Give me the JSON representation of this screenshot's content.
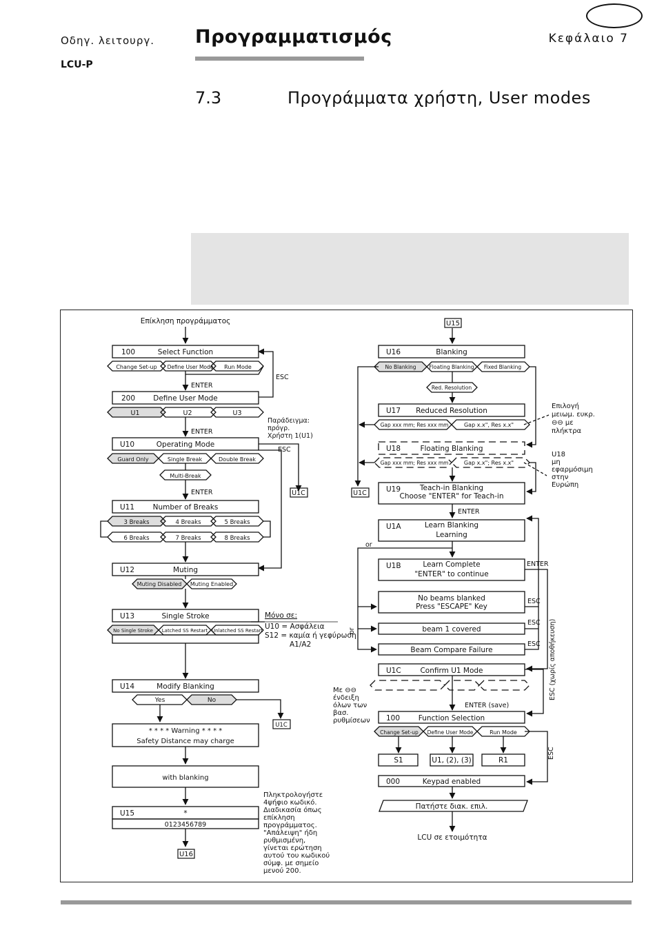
{
  "header": {
    "left_label": "Οδηγ. λειτουργ.",
    "title": "Προγραμματισμός",
    "chapter": "Κεφάλαιο 7",
    "product": "LCU-P"
  },
  "section": {
    "number": "7.3",
    "title": "Προγράμματα χρήστη, User modes"
  },
  "flow": {
    "start": "Επίκληση προγράμματος",
    "enter": "ENTER",
    "esc": "ESC",
    "select_function": {
      "code": "100",
      "name": "Select Function",
      "options": [
        "Change Set-up",
        "Define User Mode",
        "Run Mode"
      ]
    },
    "define_user_mode": {
      "code": "200",
      "name": "Define User Mode",
      "options": [
        "U1",
        "U2",
        "U3"
      ]
    },
    "example_note": [
      "Παράδειγμα:",
      "πρόγρ.",
      "Χρήστη 1(U1)"
    ],
    "operating_mode": {
      "code": "U10",
      "name": "Operating Mode",
      "options": [
        "Guard Only",
        "Single Break",
        "Double Break",
        "Multi-Break"
      ]
    },
    "number_of_breaks": {
      "code": "U11",
      "name": "Number of Breaks",
      "options": [
        "3 Breaks",
        "4 Breaks",
        "5 Breaks",
        "6 Breaks",
        "7 Breaks",
        "8 Breaks"
      ]
    },
    "muting": {
      "code": "U12",
      "name": "Muting",
      "options": [
        "Muting Disabled",
        "Muting Enabled"
      ]
    },
    "single_stroke": {
      "code": "U13",
      "name": "Single Stroke",
      "options": [
        "No Single Stroke",
        "Latched SS Restart",
        "Unlatched SS Restart"
      ]
    },
    "only_in_note": [
      "Μόνο σε:",
      "U10 = Ασφάλεια",
      "S12 = καμία ή γεφύρωση",
      "A1/A2"
    ],
    "or_label": "or",
    "modify_blanking": {
      "code": "U14",
      "name": "Modify Blanking",
      "options": [
        "Yes",
        "No"
      ]
    },
    "u1c_ref": "U1C",
    "warning_box": [
      "* * * *  Warning  * * * *",
      "Safety Distance may charge"
    ],
    "with_blanking": "with blanking",
    "code_entry": {
      "code": "U15",
      "mark": "*",
      "digits": "0123456789"
    },
    "code_note": [
      "Πληκτρολογήστε",
      "4ψήφιο κωδικό.",
      "Διαδικασία όπως",
      "επίκληση",
      "προγράμματος.",
      "\"Απάλειψη\" ήδη",
      "ρυθμισμένη,",
      "γίνεται ερώτηση",
      "αυτού του κωδικού",
      "σύμφ. με σημείο",
      "μενού 200."
    ],
    "u15_ref": "U15",
    "u16_ref": "U16",
    "blanking": {
      "code": "U16",
      "name": "Blanking",
      "options": [
        "No Blanking",
        "Floating Blanking",
        "Fixed Blanking"
      ]
    },
    "red_resolution_opt": "Red. Resolution",
    "reduced_resolution": {
      "code": "U17",
      "name": "Reduced Resolution",
      "options": [
        "Gap xxx mm; Res xxx mm",
        "Gap x.x\", Res x.x\""
      ]
    },
    "reduced_note": [
      "Επιλογή",
      "μειωμ. ευκρ.",
      "⊖⊖ με",
      "πλήκτρα"
    ],
    "floating_blanking": {
      "code": "U18",
      "name": "Floating Blanking",
      "options": [
        "Gap xxx mm; Res xxx mm",
        "Gap x.x\"; Res x.x\""
      ]
    },
    "u18_note": [
      "U18",
      "μη",
      "εφαρμόσιμη",
      "στην",
      "Ευρώπη"
    ],
    "teach_in": {
      "code": "U19",
      "line1": "Teach-in Blanking",
      "line2": "Choose \"ENTER\" for Teach-in"
    },
    "learn_blanking": {
      "code": "U1A",
      "line1": "Learn Blanking",
      "line2": "Learning"
    },
    "learn_complete": {
      "code": "U1B",
      "line1": "Learn Complete",
      "line2": "\"ENTER\" to continue"
    },
    "no_beams": [
      "No beams blanked",
      "Press \"ESCAPE\" Key"
    ],
    "beam_covered": "beam 1 covered",
    "beam_compare": "Beam Compare Failure",
    "confirm": {
      "code": "U1C",
      "name": "Confirm U1 Mode"
    },
    "confirm_note": [
      "Με ⊖⊖",
      "ένδειξη",
      "όλων των",
      "βασ.",
      "ρυθμίσεων"
    ],
    "enter_save": "ENTER (save)",
    "esc_no_save": "ESC (χωρίς αποθήκευση)",
    "function_selection": {
      "code": "100",
      "name": "Function Selection",
      "options": [
        "Change Set-up",
        "Define User Mode",
        "Run Mode"
      ]
    },
    "results": [
      "S1",
      "U1, (2), (3)",
      "R1"
    ],
    "keypad": {
      "code": "000",
      "name": "Keypad enabled"
    },
    "press_key": "Πατήστε διακ. επιλ.",
    "ready": "LCU σε ετοιμότητα"
  }
}
